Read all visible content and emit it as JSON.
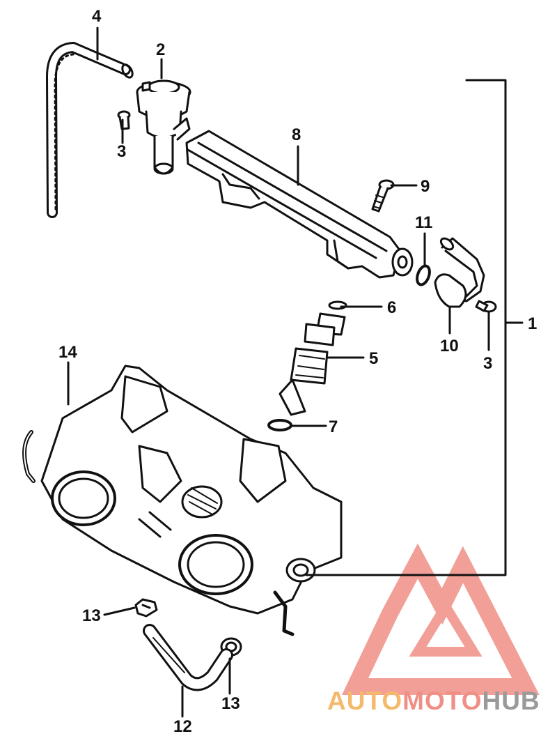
{
  "callouts": {
    "n1": "1",
    "n2": "2",
    "n3a": "3",
    "n3b": "3",
    "n4": "4",
    "n5": "5",
    "n6": "6",
    "n7": "7",
    "n8": "8",
    "n9": "9",
    "n10": "10",
    "n11": "11",
    "n12": "12",
    "n13a": "13",
    "n13b": "13",
    "n14": "14"
  },
  "watermark": {
    "part1": "AUTO",
    "part2": "MOTO",
    "part3": "HUB",
    "colors": {
      "auto": "#f4b96a",
      "moto": "#ef8f86",
      "hub": "#9a9a9a",
      "logo": "#ef8f86"
    }
  }
}
